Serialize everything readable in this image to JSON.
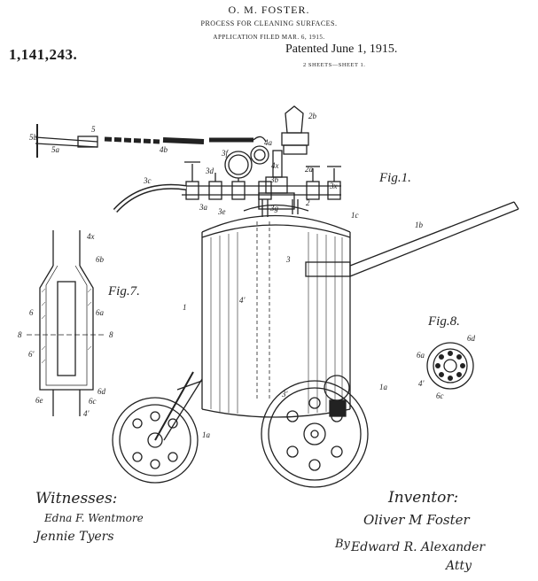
{
  "header": {
    "inventor_name": "O. M. FOSTER.",
    "title": "PROCESS FOR CLEANING SURFACES.",
    "filed": "APPLICATION FILED MAR. 6, 1915.",
    "patent_number": "1,141,243.",
    "patented": "Patented June 1, 1915.",
    "sheets": "2 SHEETS—SHEET 1."
  },
  "figures": {
    "fig1": "Fig.1.",
    "fig7": "Fig.7.",
    "fig8": "Fig.8."
  },
  "labels": {
    "l5": "5",
    "l5a": "5a",
    "l5b": "5b",
    "l4b": "4b",
    "l3f": "3f",
    "l4a": "4a",
    "l2b": "2b",
    "l4x": "4x",
    "l3d": "3d",
    "l3b": "3b",
    "l2a": "2a",
    "l3x": "3x",
    "l3c": "3c",
    "l3a": "3a",
    "l3e": "3e",
    "l2": "2",
    "l3g": "3g",
    "l3": "3",
    "l1c": "1c",
    "l1b": "1b",
    "l4p": "4'",
    "l1": "1",
    "l3p": "3'",
    "l1a": "1a",
    "l1a2": "1a",
    "l6x": "4x",
    "l6b": "6b",
    "l6": "6",
    "l6a": "6a",
    "l8": "8",
    "l8b": "8",
    "l6p": "6'",
    "l6d": "6d",
    "l6c": "6c",
    "l6e": "6e",
    "l4p2": "4'",
    "l6d2": "6d",
    "l6a2": "6a",
    "l4p3": "4'",
    "l6c2": "6c"
  },
  "footer": {
    "witnesses": "Witnesses:",
    "witness1": "Edna F. Wentmore",
    "witness2": "Jennie Tyers",
    "inventor_label": "Inventor:",
    "inventor_sig": "Oliver M Foster",
    "by": "By",
    "attorney": "Edward R. Alexander",
    "atty": "Atty"
  }
}
